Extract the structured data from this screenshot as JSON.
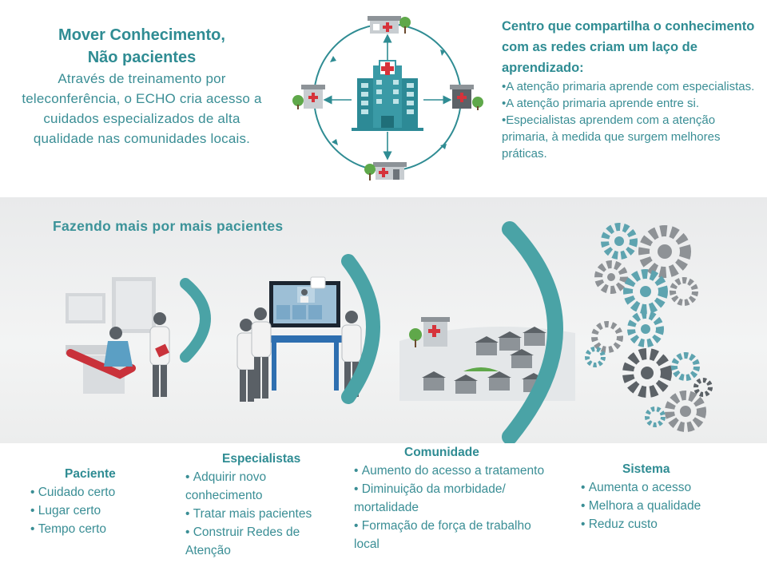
{
  "top_left": {
    "title_line1": "Mover Conhecimento,",
    "title_line2": "Não pacientes",
    "body": "Através de treinamento por teleconferência, o ECHO cria acesso a cuidados especializados de alta qualidade nas comunidades locais."
  },
  "top_right": {
    "title": "Centro que compartilha o conhecimento com as redes criam um laço de aprendizado:",
    "bullets": [
      "•A atenção primaria aprende com especialistas.",
      "•A atenção primaria aprende entre si.",
      "•Especialistas aprendem com a atenção primaria, à medida que surgem melhores práticas."
    ]
  },
  "band": {
    "title": "Fazendo mais por mais pacientes"
  },
  "columns": {
    "paciente": {
      "title": "Paciente",
      "items": [
        "Cuidado certo",
        "Lugar certo",
        "Tempo certo"
      ]
    },
    "especialistas": {
      "title": "Especialistas",
      "items": [
        "Adquirir novo conhecimento",
        "Tratar mais pacientes",
        "Construir  Redes de Atenção"
      ]
    },
    "comunidade": {
      "title": "Comunidade",
      "items": [
        "Aumento do acesso a tratamento",
        "Diminuição da morbidade/ mortalidade",
        "Formação de força de trabalho local"
      ]
    },
    "sistema": {
      "title": "Sistema",
      "items": [
        "Aumenta o acesso",
        "Melhora a qualidade",
        "Reduz custo"
      ]
    }
  },
  "colors": {
    "teal": "#2f8c93",
    "arc": "#4aa3a6",
    "gear_gray": "#8e9296",
    "gear_teal": "#5ea4b0",
    "red": "#d6333b"
  }
}
